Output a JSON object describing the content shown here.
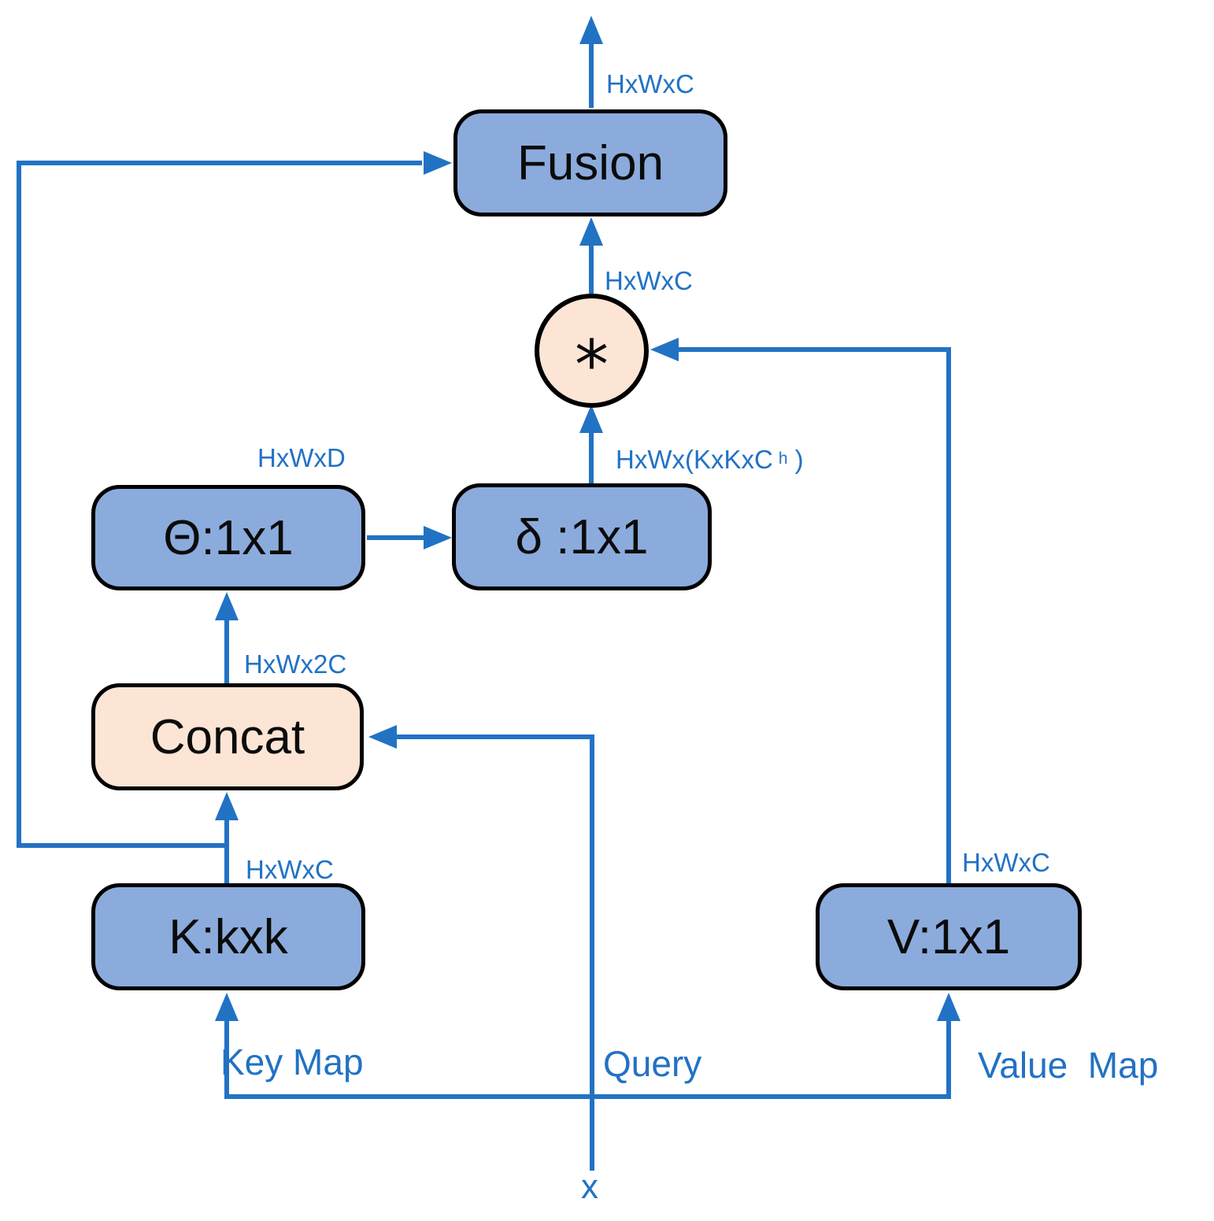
{
  "diagram": {
    "nodes": {
      "fusion": "Fusion",
      "theta": "Θ:1x1",
      "delta": "δ :1x1",
      "concat": "Concat",
      "key_conv": "K:kxk",
      "value_conv": "V:1x1",
      "multiply": "*"
    },
    "dimension_labels": {
      "fusion_output": "HxWxC",
      "attention_output": "HxWxC",
      "kernel_output_prefix": "HxWx(KxKxC",
      "kernel_output_sup": "h",
      "kernel_output_suffix": " )",
      "theta_output": "HxWxD",
      "concat_output": "HxWx2C",
      "key_output": "HxWxC",
      "value_output": "HxWxC"
    },
    "input_labels": {
      "key_map": "Key Map",
      "query": "Query",
      "value_map": "Value  Map",
      "input": "x"
    },
    "colors": {
      "arrow_blue": "#2272C4",
      "node_blue": "#8BABDC",
      "node_peach": "#FCE5D4",
      "node_border": "#000000"
    }
  }
}
